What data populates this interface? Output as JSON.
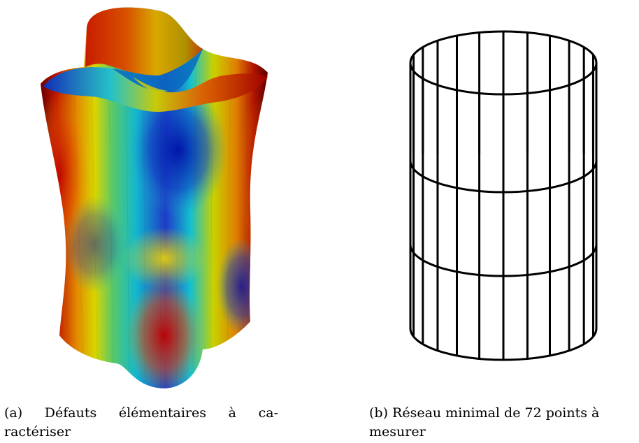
{
  "figure_a": {
    "caption_label": "(a)",
    "caption_line1_words": [
      "Défauts",
      "élémentaires",
      "à",
      "ca-"
    ],
    "caption_line2": "ractériser"
  },
  "figure_b": {
    "caption_line1": "(b) Réseau minimal de 72 points à",
    "caption_line2": "mesurer"
  },
  "colors": {
    "red": "#b40000",
    "yellow": "#e6d800",
    "cyan": "#12c8d2",
    "blue": "#0014b4",
    "line": "#000000"
  }
}
